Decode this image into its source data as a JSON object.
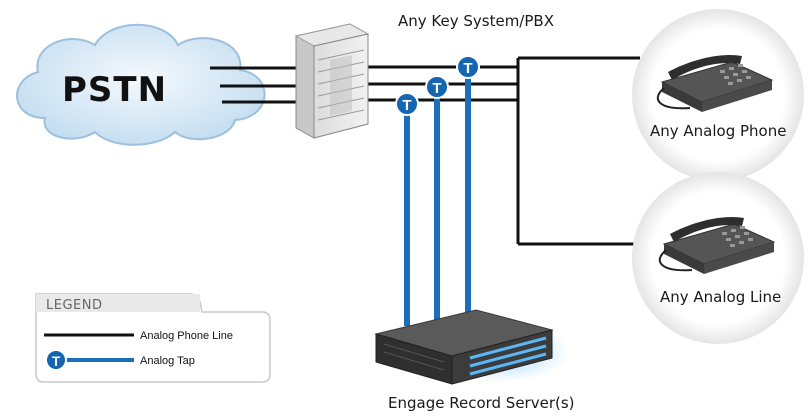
{
  "diagram": {
    "pstn": {
      "label": "PSTN"
    },
    "pbx": {
      "label": "Any Key System/PBX"
    },
    "phones": [
      {
        "label": "Any Analog Phone"
      },
      {
        "label": "Any Analog Line"
      }
    ],
    "server": {
      "label": "Engage Record Server(s)"
    },
    "tap_badge": "T",
    "legend": {
      "title": "LEGEND",
      "items": [
        {
          "label": "Analog Phone Line",
          "style": "black-line"
        },
        {
          "label": "Analog Tap",
          "style": "blue-tap"
        }
      ]
    }
  },
  "colors": {
    "phone_line": "#111111",
    "tap_line": "#1a6fb8",
    "tap_badge": "#1565b0",
    "cloud": "#cfe4f5",
    "cloud_edge": "#aac6de"
  }
}
